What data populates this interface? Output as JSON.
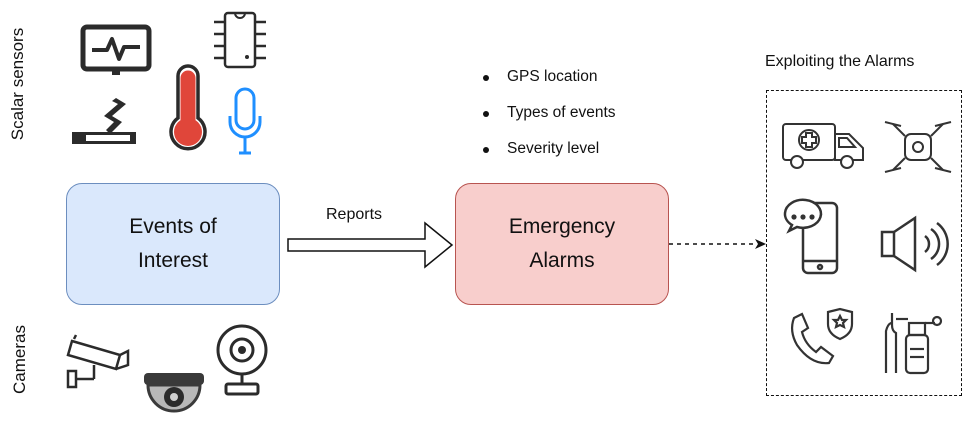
{
  "labels": {
    "scalar_sensors": "Scalar sensors",
    "cameras": "Cameras",
    "reports": "Reports",
    "exploit_title": "Exploiting the Alarms"
  },
  "events_box": {
    "line1": "Events of",
    "line2": "Interest"
  },
  "alarms_box": {
    "line1": "Emergency",
    "line2": "Alarms"
  },
  "alarm_info": [
    "GPS location",
    "Types of events",
    "Severity level"
  ],
  "colors": {
    "events_fill": "#dae8fc",
    "events_stroke": "#6c8ebf",
    "alarms_fill": "#f8cecc",
    "alarms_stroke": "#b85450",
    "thermometer": "#e0463a",
    "microphone": "#1f8fff",
    "icon_dark": "#2b2b2b"
  },
  "icons": {
    "sensors": [
      "heart-monitor-icon",
      "microchip-icon",
      "cigarette-smoke-icon",
      "thermometer-icon",
      "microphone-icon"
    ],
    "cameras": [
      "cctv-camera-icon",
      "dome-camera-icon",
      "webcam-icon"
    ],
    "exploit": [
      "ambulance-icon",
      "drone-icon",
      "smartphone-chat-icon",
      "speaker-icon",
      "police-phone-icon",
      "fire-extinguisher-icon"
    ]
  }
}
